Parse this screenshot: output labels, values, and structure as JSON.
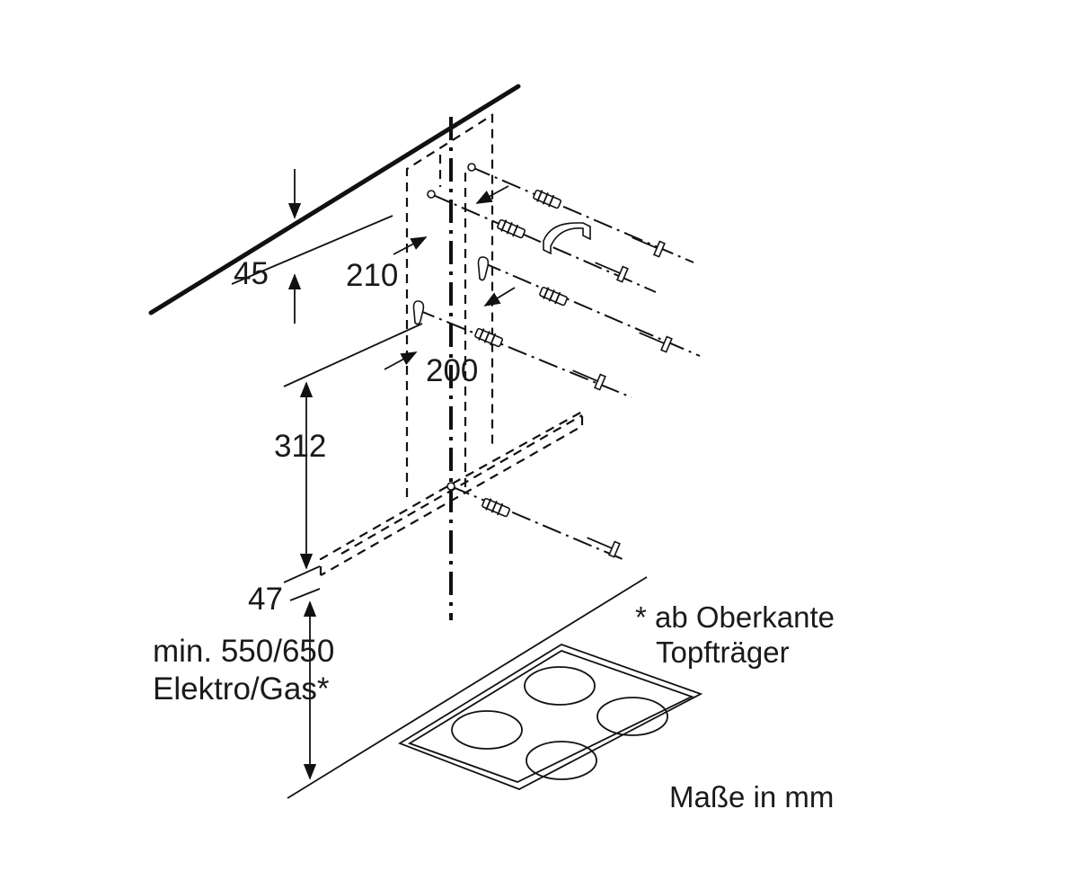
{
  "dimensions": {
    "d45": "45",
    "d210": "210",
    "d200": "200",
    "d312": "312",
    "d47": "47",
    "min_line1": "min. 550/650",
    "min_line2": "Elektro/Gas*"
  },
  "footnote": {
    "line1": "* ab Oberkante",
    "line2": "Topfträger"
  },
  "units_note": "Maße in mm"
}
